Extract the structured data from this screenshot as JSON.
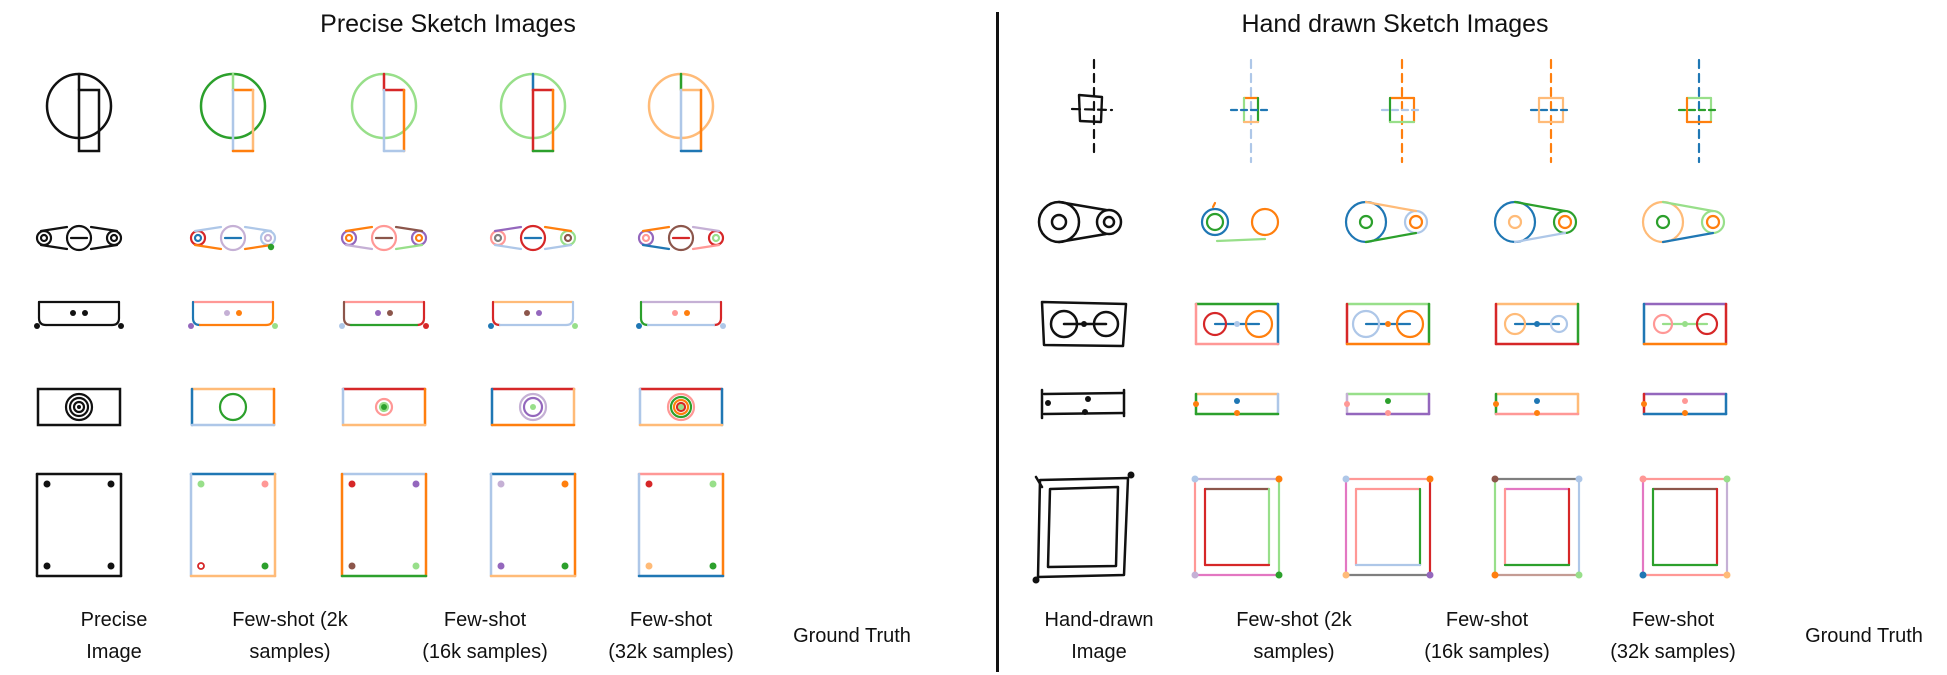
{
  "panels": {
    "left": {
      "title": "Precise Sketch Images"
    },
    "right": {
      "title": "Hand drawn Sketch Images"
    }
  },
  "columns": {
    "left": [
      {
        "line1": "Precise",
        "line2": "Image"
      },
      {
        "line1": "Few-shot (2k",
        "line2": "samples)"
      },
      {
        "line1": "Few-shot",
        "line2": "(16k samples)"
      },
      {
        "line1": "Few-shot",
        "line2": "(32k samples)"
      },
      {
        "line1": "Ground Truth",
        "line2": ""
      }
    ],
    "right": [
      {
        "line1": "Hand-drawn",
        "line2": "Image"
      },
      {
        "line1": "Few-shot (2k",
        "line2": "samples)"
      },
      {
        "line1": "Few-shot",
        "line2": "(16k samples)"
      },
      {
        "line1": "Few-shot",
        "line2": "(32k samples)"
      },
      {
        "line1": "Ground Truth",
        "line2": ""
      }
    ]
  },
  "colors": {
    "ink": "#111111",
    "blue": "#1f77b4",
    "light_blue": "#aec7e8",
    "orange": "#ff7f0e",
    "light_orange": "#ffbb78",
    "green": "#2ca02c",
    "light_green": "#98df8a",
    "red": "#d62728",
    "pink": "#ff9896",
    "purple": "#9467bd",
    "lavender": "#c5b0d5",
    "brown": "#8c564b",
    "magenta": "#e377c2",
    "gray": "#7f7f7f",
    "tan": "#c49c94"
  }
}
